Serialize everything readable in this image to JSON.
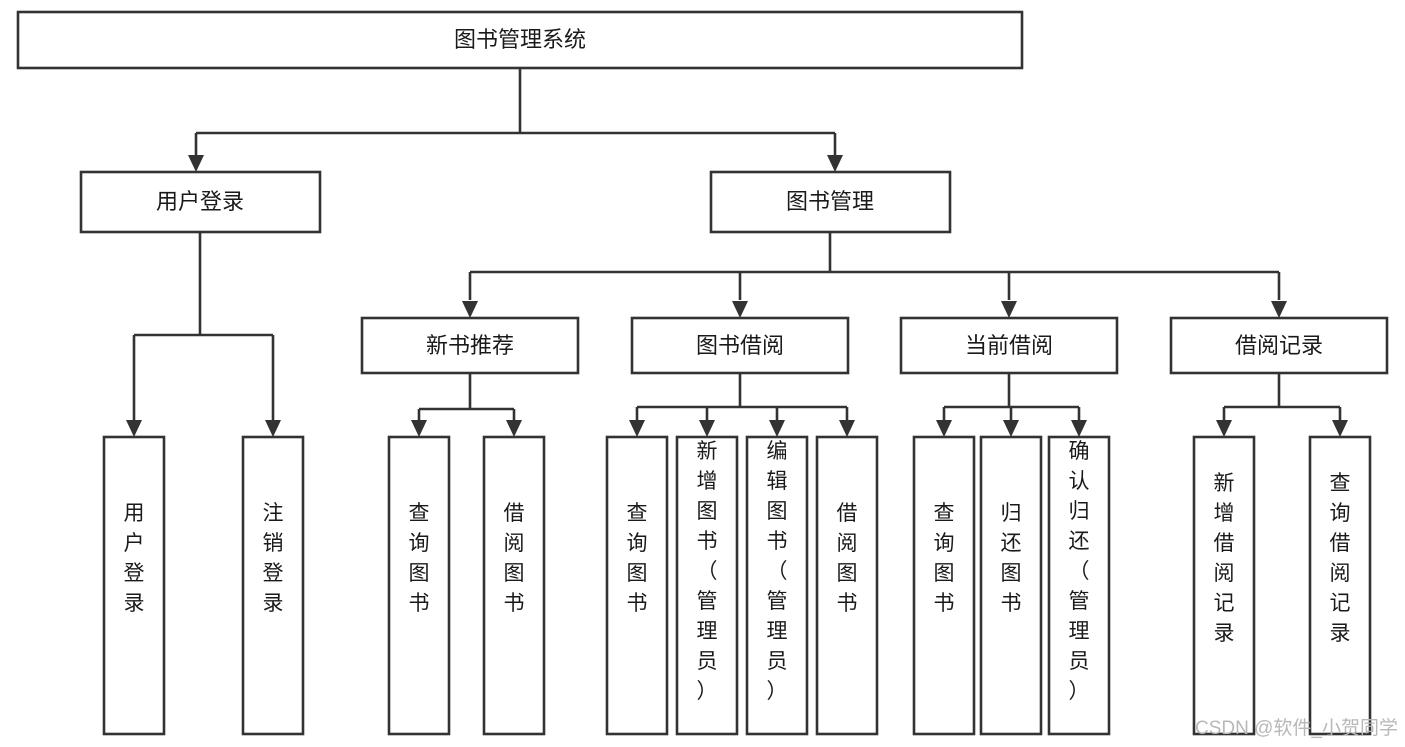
{
  "diagram": {
    "type": "tree-hierarchy",
    "title_node": {
      "id": "root",
      "label": "图书管理系统"
    },
    "level2": [
      {
        "id": "user-login",
        "label": "用户登录"
      },
      {
        "id": "book-manage",
        "label": "图书管理"
      }
    ],
    "level3": [
      {
        "id": "new-book-rec",
        "label": "新书推荐",
        "parent": "book-manage"
      },
      {
        "id": "book-borrow",
        "label": "图书借阅",
        "parent": "book-manage"
      },
      {
        "id": "current-borrow",
        "label": "当前借阅",
        "parent": "book-manage"
      },
      {
        "id": "borrow-record",
        "label": "借阅记录",
        "parent": "book-manage"
      }
    ],
    "leaves": {
      "user-login": [
        {
          "id": "leaf-user-login",
          "label": "用户登录"
        },
        {
          "id": "leaf-logout",
          "label": "注销登录"
        }
      ],
      "new-book-rec": [
        {
          "id": "leaf-query-book-1",
          "label": "查询图书"
        },
        {
          "id": "leaf-borrow-book-1",
          "label": "借阅图书"
        }
      ],
      "book-borrow": [
        {
          "id": "leaf-query-book-2",
          "label": "查询图书"
        },
        {
          "id": "leaf-add-book",
          "label": "新增图书（管理员）"
        },
        {
          "id": "leaf-edit-book",
          "label": "编辑图书（管理员）"
        },
        {
          "id": "leaf-borrow-book-2",
          "label": "借阅图书"
        }
      ],
      "current-borrow": [
        {
          "id": "leaf-query-book-3",
          "label": "查询图书"
        },
        {
          "id": "leaf-return-book",
          "label": "归还图书"
        },
        {
          "id": "leaf-confirm-return",
          "label": "确认归还（管理员）"
        }
      ],
      "borrow-record": [
        {
          "id": "leaf-add-record",
          "label": "新增借阅记录"
        },
        {
          "id": "leaf-query-record",
          "label": "查询借阅记录"
        }
      ]
    }
  },
  "watermark": {
    "text": "CSDN @软件_小贺同学"
  },
  "colors": {
    "box_stroke": "#333333",
    "box_fill": "#ffffff",
    "text": "#1a1a1a",
    "watermark": "#b8b8b8",
    "background": "#ffffff"
  }
}
